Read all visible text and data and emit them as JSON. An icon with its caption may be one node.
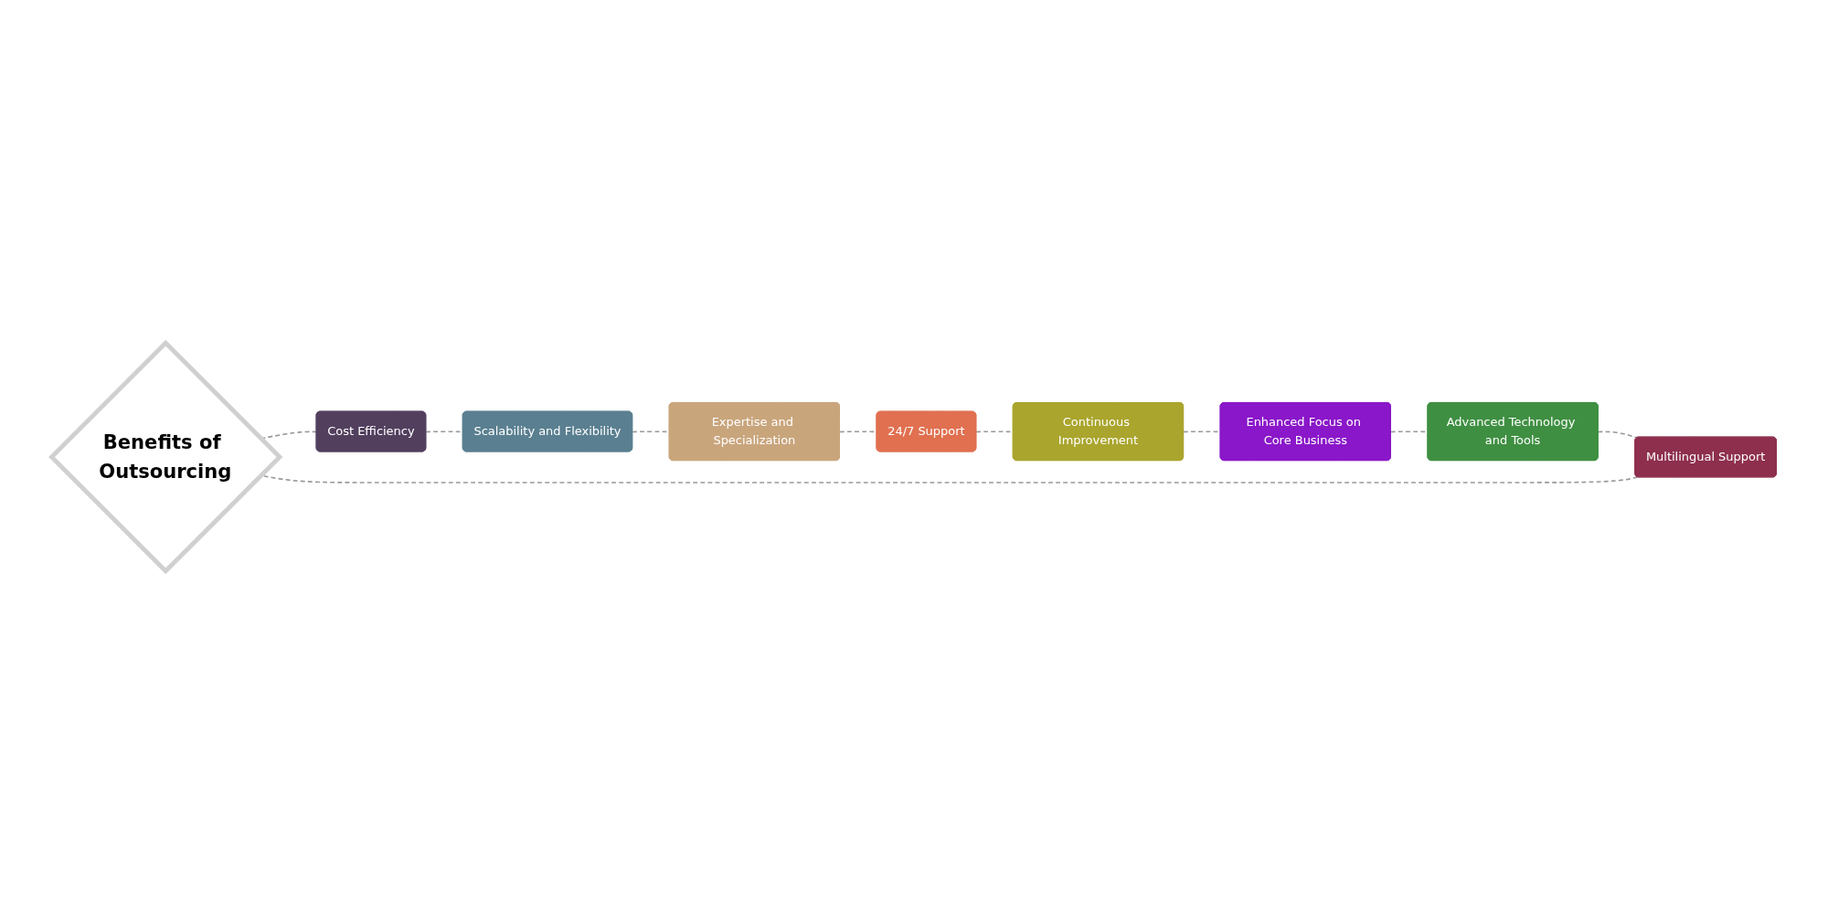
{
  "diagram": {
    "nodes": [
      {
        "text": [
          "Benefits of Outsourcing"
        ]
      },
      {
        "text": [
          "Cost Efficiency"
        ]
      },
      {
        "text": [
          "Scalability and Flexibility"
        ]
      },
      {
        "text": [
          "Expertise and Specialization"
        ]
      },
      {
        "text": [
          "24/7 Support"
        ]
      },
      {
        "text": [
          "Multilingual Support"
        ]
      },
      {
        "text": [
          "Advanced Technology and Tools"
        ]
      },
      {
        "text": [
          "Enhanced Focus on Core Business"
        ]
      },
      {
        "text": [
          "Continuous Improvement"
        ]
      }
    ],
    "edges": [
      {
        "from": 0,
        "to": 1,
        "arrow": "none",
        "style": "dashed"
      },
      {
        "from": 1,
        "to": 2,
        "arrow": "none",
        "style": "dashed"
      },
      {
        "from": 2,
        "to": 3,
        "arrow": "none",
        "style": "dashed"
      },
      {
        "from": 3,
        "to": 4,
        "arrow": "none",
        "style": "dashed"
      },
      {
        "from": 4,
        "to": 8,
        "arrow": "none",
        "style": "dashed"
      },
      {
        "from": 8,
        "to": 7,
        "arrow": "none",
        "style": "dashed"
      },
      {
        "from": 7,
        "to": 6,
        "arrow": "none",
        "style": "dashed"
      },
      {
        "from": 6,
        "to": 5,
        "arrow": "none",
        "style": "dashed"
      },
      {
        "from": 5,
        "to": 0,
        "arrow": "none",
        "style": "dashed"
      }
    ]
  }
}
